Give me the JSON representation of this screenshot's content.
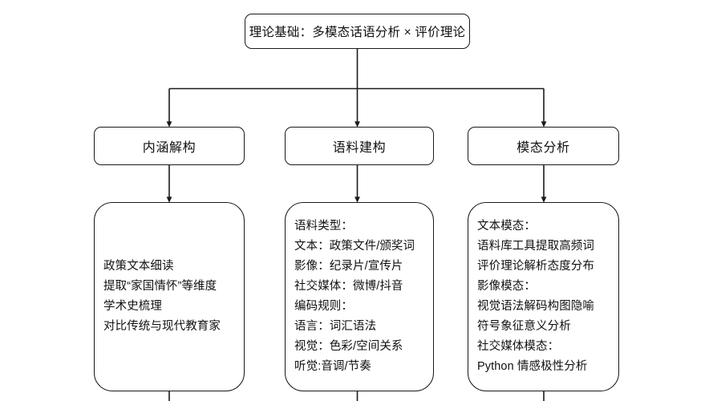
{
  "diagram": {
    "type": "flowchart",
    "orientation": "top-down",
    "background_color": "#ffffff",
    "line_color": "#1a1a1a",
    "root": {
      "label": "理论基础：多模态话语分析 × 评价理论"
    },
    "branches": [
      {
        "label": "内涵解构",
        "detail_lines": [
          "政策文本细读",
          "提取“家国情怀”等维度",
          "学术史梳理",
          "对比传统与现代教育家"
        ]
      },
      {
        "label": "语料建构",
        "detail_lines": [
          "语料类型：",
          "文本：政策文件/颁奖词",
          "影像：纪录片/宣传片",
          "社交媒体：微博/抖音",
          "编码规则：",
          "语言：词汇语法",
          "视觉：色彩/空间关系",
          "听觉:音调/节奏"
        ]
      },
      {
        "label": "模态分析",
        "detail_lines": [
          "文本模态：",
          "语料库工具提取高频词",
          "评价理论解析态度分布",
          "影像模态：",
          "视觉语法解码构图隐喻",
          "符号象征意义分析",
          "社交媒体模态：",
          "Python 情感极性分析"
        ]
      }
    ]
  }
}
